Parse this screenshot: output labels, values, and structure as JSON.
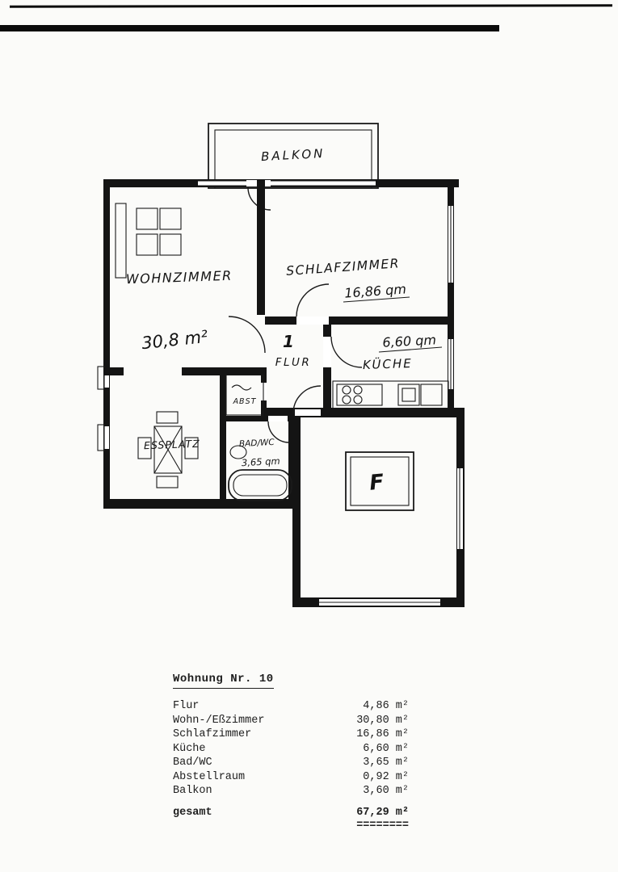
{
  "floorplan": {
    "labels": {
      "balkon": "BALKON",
      "wohnzimmer": "WOHNZIMMER",
      "wohnzimmer_area": "30,8 m²",
      "schlafzimmer": "SCHLAFZIMMER",
      "schlafzimmer_area": "16,86 qm",
      "flur_no": "1",
      "flur": "FLUR",
      "kueche": "KÜCHE",
      "kueche_area": "6,60 qm",
      "abst": "ABST",
      "badwc": "BAD/WC",
      "badwc_area": "3,65 qm",
      "essplatz": "ESSPLATZ",
      "f": "F"
    }
  },
  "table": {
    "title": "Wohnung Nr. 10",
    "rows": [
      {
        "label": "Flur",
        "value": "4,86 m²"
      },
      {
        "label": "Wohn-/Eßzimmer",
        "value": "30,80 m²"
      },
      {
        "label": "Schlafzimmer",
        "value": "16,86 m²"
      },
      {
        "label": "Küche",
        "value": "6,60 m²"
      },
      {
        "label": "Bad/WC",
        "value": "3,65 m²"
      },
      {
        "label": "Abstellraum",
        "value": "0,92 m²"
      },
      {
        "label": "Balkon",
        "value": "3,60 m²"
      }
    ],
    "total_label": "gesamt",
    "total_value": "67,29 m²",
    "total_rule": "========"
  }
}
